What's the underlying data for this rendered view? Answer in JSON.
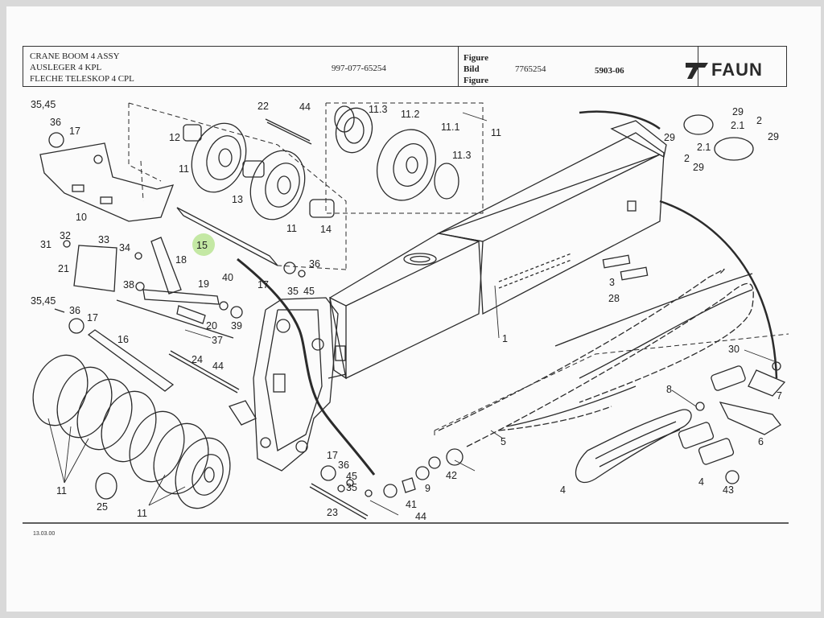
{
  "header": {
    "title_en": "CRANE BOOM 4 ASSY",
    "title_de": "AUSLEGER 4 KPL",
    "title_fr": "FLECHE TELESKOP 4 CPL",
    "part_number": "997-077-65254",
    "label_figure": "Figure",
    "label_bild": "Bild",
    "label_figure2": "Figure",
    "bild_number": "7765254",
    "figure_code": "5903-06",
    "brand": "FAUN"
  },
  "footer": {
    "date": "13.03.00"
  },
  "callouts": [
    "35,45",
    "36",
    "17",
    "10",
    "12",
    "11",
    "13",
    "11",
    "14",
    "22",
    "44",
    "11.3",
    "11.2",
    "11.1",
    "11",
    "11.3",
    "29",
    "2",
    "29",
    "2.1",
    "2",
    "2.1",
    "29",
    "29",
    "31",
    "32",
    "33",
    "34",
    "18",
    "15",
    "21",
    "38",
    "19",
    "40",
    "17",
    "35",
    "45",
    "36",
    "35,45",
    "36",
    "17",
    "20",
    "39",
    "37",
    "16",
    "24",
    "44",
    "3",
    "28",
    "1",
    "30",
    "7",
    "8",
    "6",
    "5",
    "4",
    "4",
    "43",
    "42",
    "9",
    "41",
    "44",
    "23",
    "36",
    "17",
    "45",
    "35",
    "11",
    "11",
    "25"
  ],
  "colors": {
    "ink": "#2b2b2b",
    "paper": "#fbfbfb",
    "highlight": "#b7e38f"
  },
  "icons": [
    "faun-logo-icon"
  ]
}
